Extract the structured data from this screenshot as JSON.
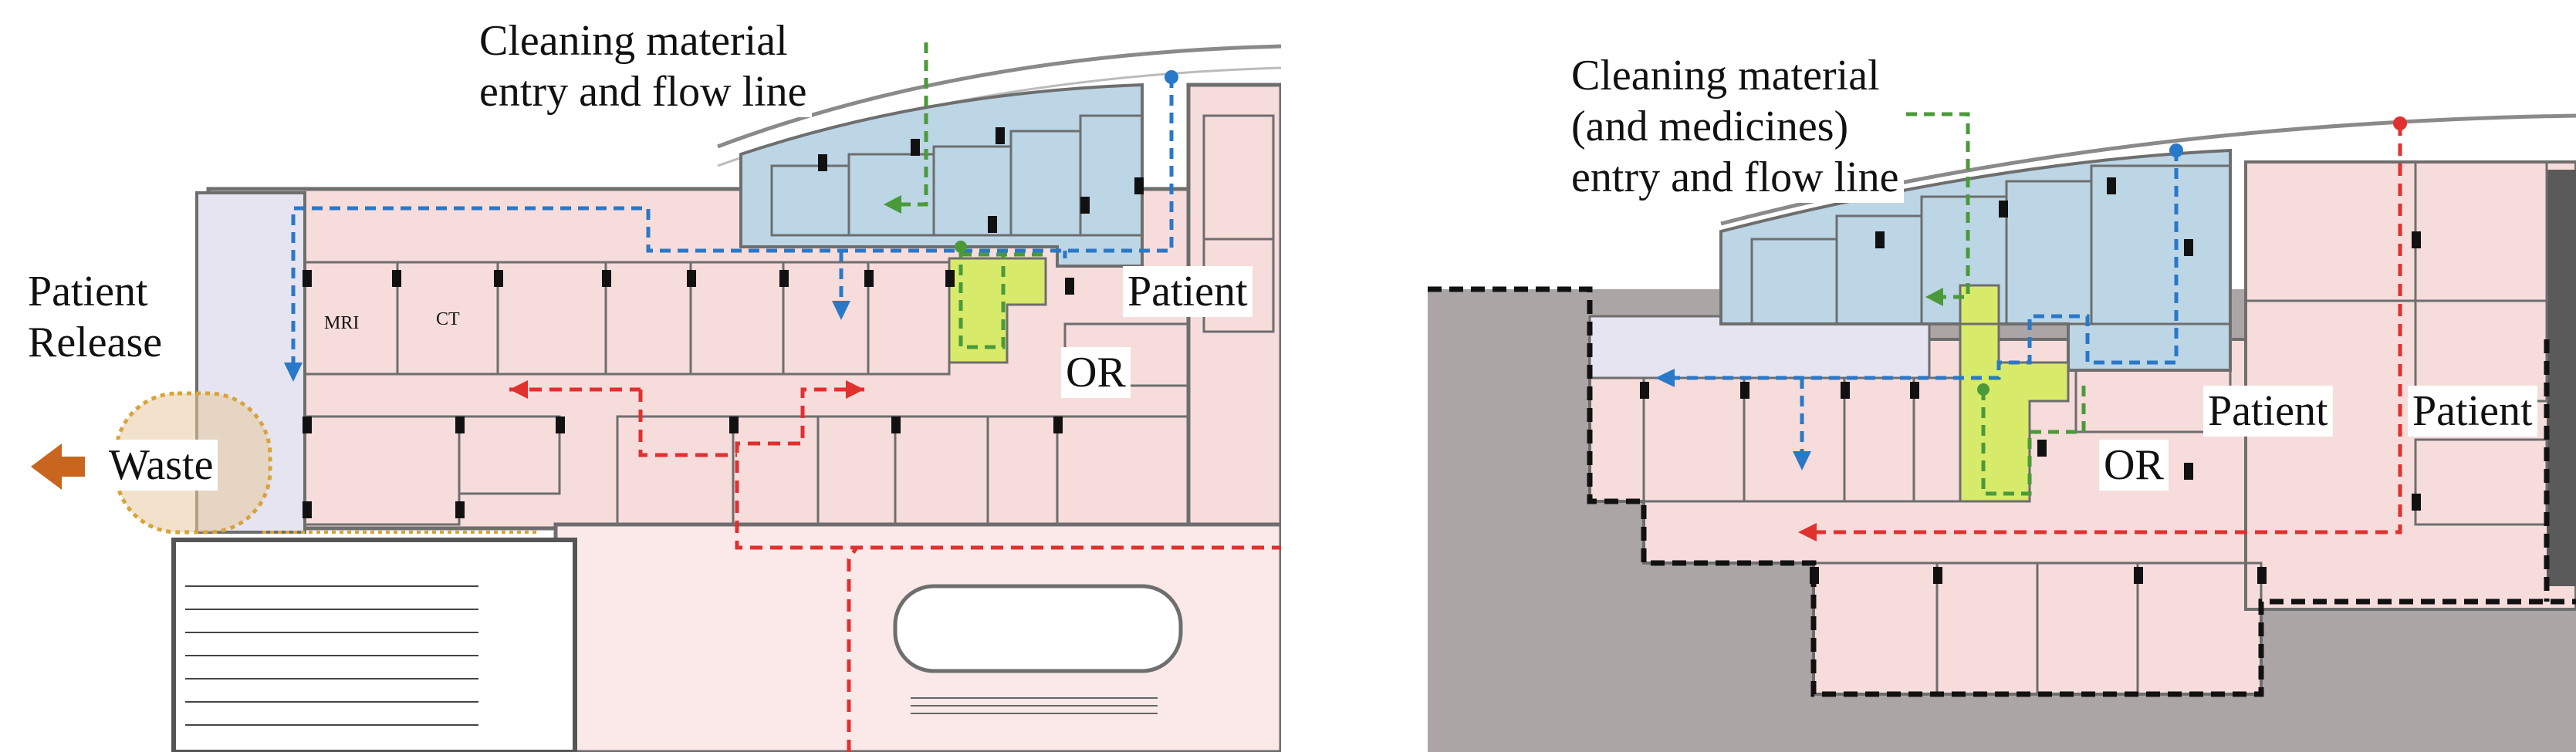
{
  "left_panel": {
    "labels": {
      "cleaning": "Cleaning material\nentry and flow line",
      "patient_release": "Patient\nRelease",
      "patient": "Patient",
      "or": "OR",
      "waste": "Waste",
      "mri": "MRI",
      "ct": "CT"
    }
  },
  "right_panel": {
    "labels": {
      "cleaning": "Cleaning material\n(and medicines)\nentry and flow line",
      "patient_1": "Patient",
      "patient_2": "Patient",
      "or": "OR"
    }
  },
  "colors": {
    "patient_flow": "#e0312f",
    "staff_flow": "#2a78c8",
    "cleaning_flow": "#4a9a3a",
    "waste_flow": "#d7a43a",
    "waste_arrow": "#c8651e",
    "clean_zone": "#bcd6e6",
    "or_zone": "#d8ea6a",
    "ward_zone": "#f7dcdc",
    "excluded_zone": "#aba5a5",
    "walls": "#6e6e6e"
  }
}
